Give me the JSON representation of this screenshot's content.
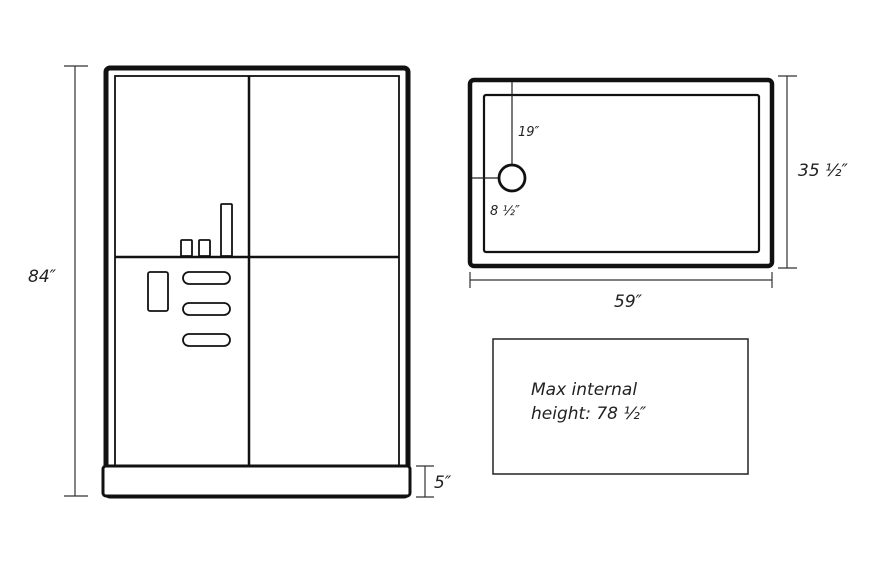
{
  "front_view": {
    "height_label": "84″",
    "base_label": "5″"
  },
  "top_view": {
    "depth_label": "35 ½″",
    "width_label": "59″",
    "drain_from_back_label": "19″",
    "drain_from_side_label": "8 ½″"
  },
  "note": {
    "line1": "Max internal",
    "line2": "height: 78 ½″"
  },
  "colors": {
    "line": "#111111",
    "dim_line": "#555555",
    "text": "#222222"
  }
}
